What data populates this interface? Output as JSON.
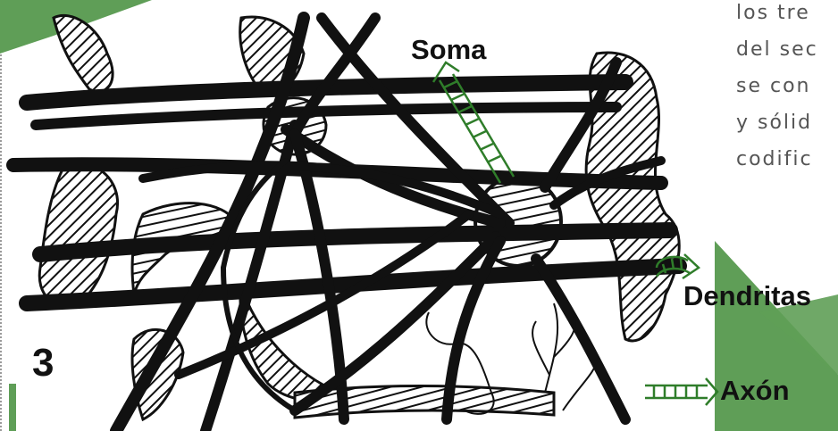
{
  "panel_number": "3",
  "labels": {
    "soma": "Soma",
    "dendrites": "Dendritas",
    "axon": "Axón"
  },
  "side_text_lines": [
    "los tre",
    "del sec",
    "se con",
    "y sólid",
    "codific"
  ],
  "colors": {
    "accent_green": "#5f9e57",
    "arrow_green": "#2f7d2a",
    "ink": "#111111",
    "text_gray": "#555555"
  }
}
